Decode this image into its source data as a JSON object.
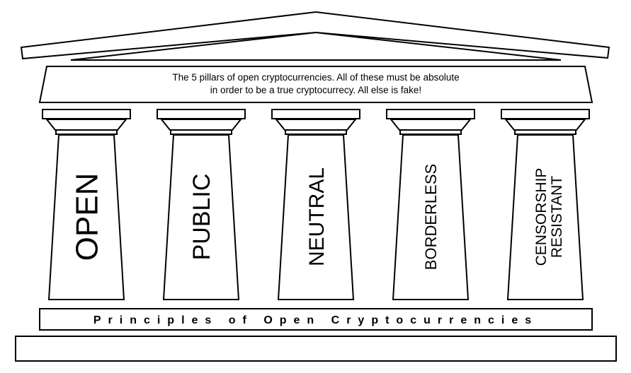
{
  "header": {
    "line1": "The 5 pillars of open cryptocurrencies. All of these must be absolute",
    "line2": "in order to be a true cryptocurrecy. All else is fake!"
  },
  "pillars": [
    {
      "lines": [
        "OPEN"
      ]
    },
    {
      "lines": [
        "PUBLIC"
      ]
    },
    {
      "lines": [
        "NEUTRAL"
      ]
    },
    {
      "lines": [
        "BORDERLESS"
      ]
    },
    {
      "lines": [
        "CENSORSHIP",
        "RESISTANT"
      ]
    }
  ],
  "base": {
    "label": "Principles of Open Cryptocurrencies"
  },
  "colors": {
    "stroke": "#000000",
    "fill": "#ffffff"
  }
}
